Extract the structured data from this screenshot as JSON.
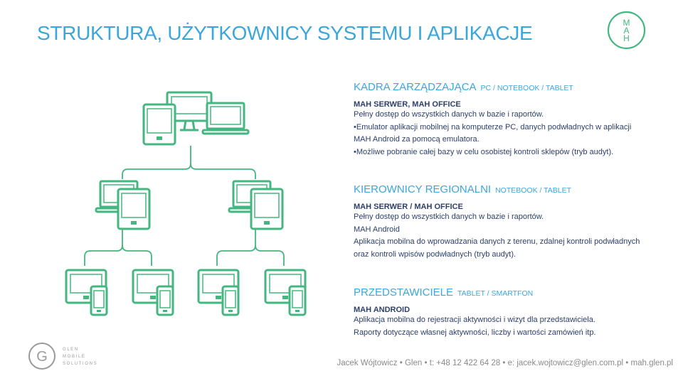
{
  "title": "STRUKTURA, UŻYTKOWNICY SYSTEMU I APLIKACJE",
  "logo": {
    "line1": "M",
    "line2": "A",
    "line3": "H"
  },
  "colors": {
    "accent": "#3aa7dc",
    "green": "#43b77f",
    "text": "#2d3f6b"
  },
  "icons": [
    "monitor-icon",
    "laptop-icon",
    "tablet-icon",
    "smartphone-icon"
  ],
  "sections": [
    {
      "title": "KADRA ZARZĄDZAJĄCA",
      "subtitle": "PC / NOTEBOOK / TABLET",
      "bold": "MAH SERWER, MAH OFFICE",
      "lines": [
        "Pełny dostęp do wszystkich danych w bazie i raportów.",
        "•Emulator aplikacji mobilnej na komputerze PC, danych podwładnych w aplikacji",
        "MAH Android za pomocą emulatora.",
        "•Możliwe pobranie całej bazy w celu osobistej kontroli sklepów (tryb audyt)."
      ]
    },
    {
      "title": "KIEROWNICY REGIONALNI",
      "subtitle": "NOTEBOOK / TABLET",
      "bold": "MAH SERWER / MAH OFFICE",
      "lines": [
        "Pełny dostęp do wszystkich danych w bazie i raportów.",
        "MAH Android",
        "Aplikacja mobilna do wprowadzania danych z terenu, zdalnej kontroli podwładnych",
        "oraz kontroli wpisów podwładnych (tryb audyt)."
      ]
    },
    {
      "title": "PRZEDSTAWICIELE",
      "subtitle": "TABLET / SMARTFON",
      "bold": "MAH ANDROID",
      "lines": [
        "Aplikacja mobilna do rejestracji aktywności i wizyt dla przedstawiciela.",
        "Raporty dotyczące własnej aktywności, liczby i wartości zamówień itp."
      ]
    }
  ],
  "footer": {
    "name": "Jacek Wójtowicz",
    "company": "Glen",
    "phone": "t: +48 12 422 64 28",
    "email": "e: jacek.wojtowicz@glen.com.pl",
    "web": "mah.glen.pl",
    "sep": "•"
  },
  "glen_logo": {
    "letter": "G",
    "line1": "G L E N",
    "line2": "M O B I L E",
    "line3": "S O L U T I O N S"
  }
}
